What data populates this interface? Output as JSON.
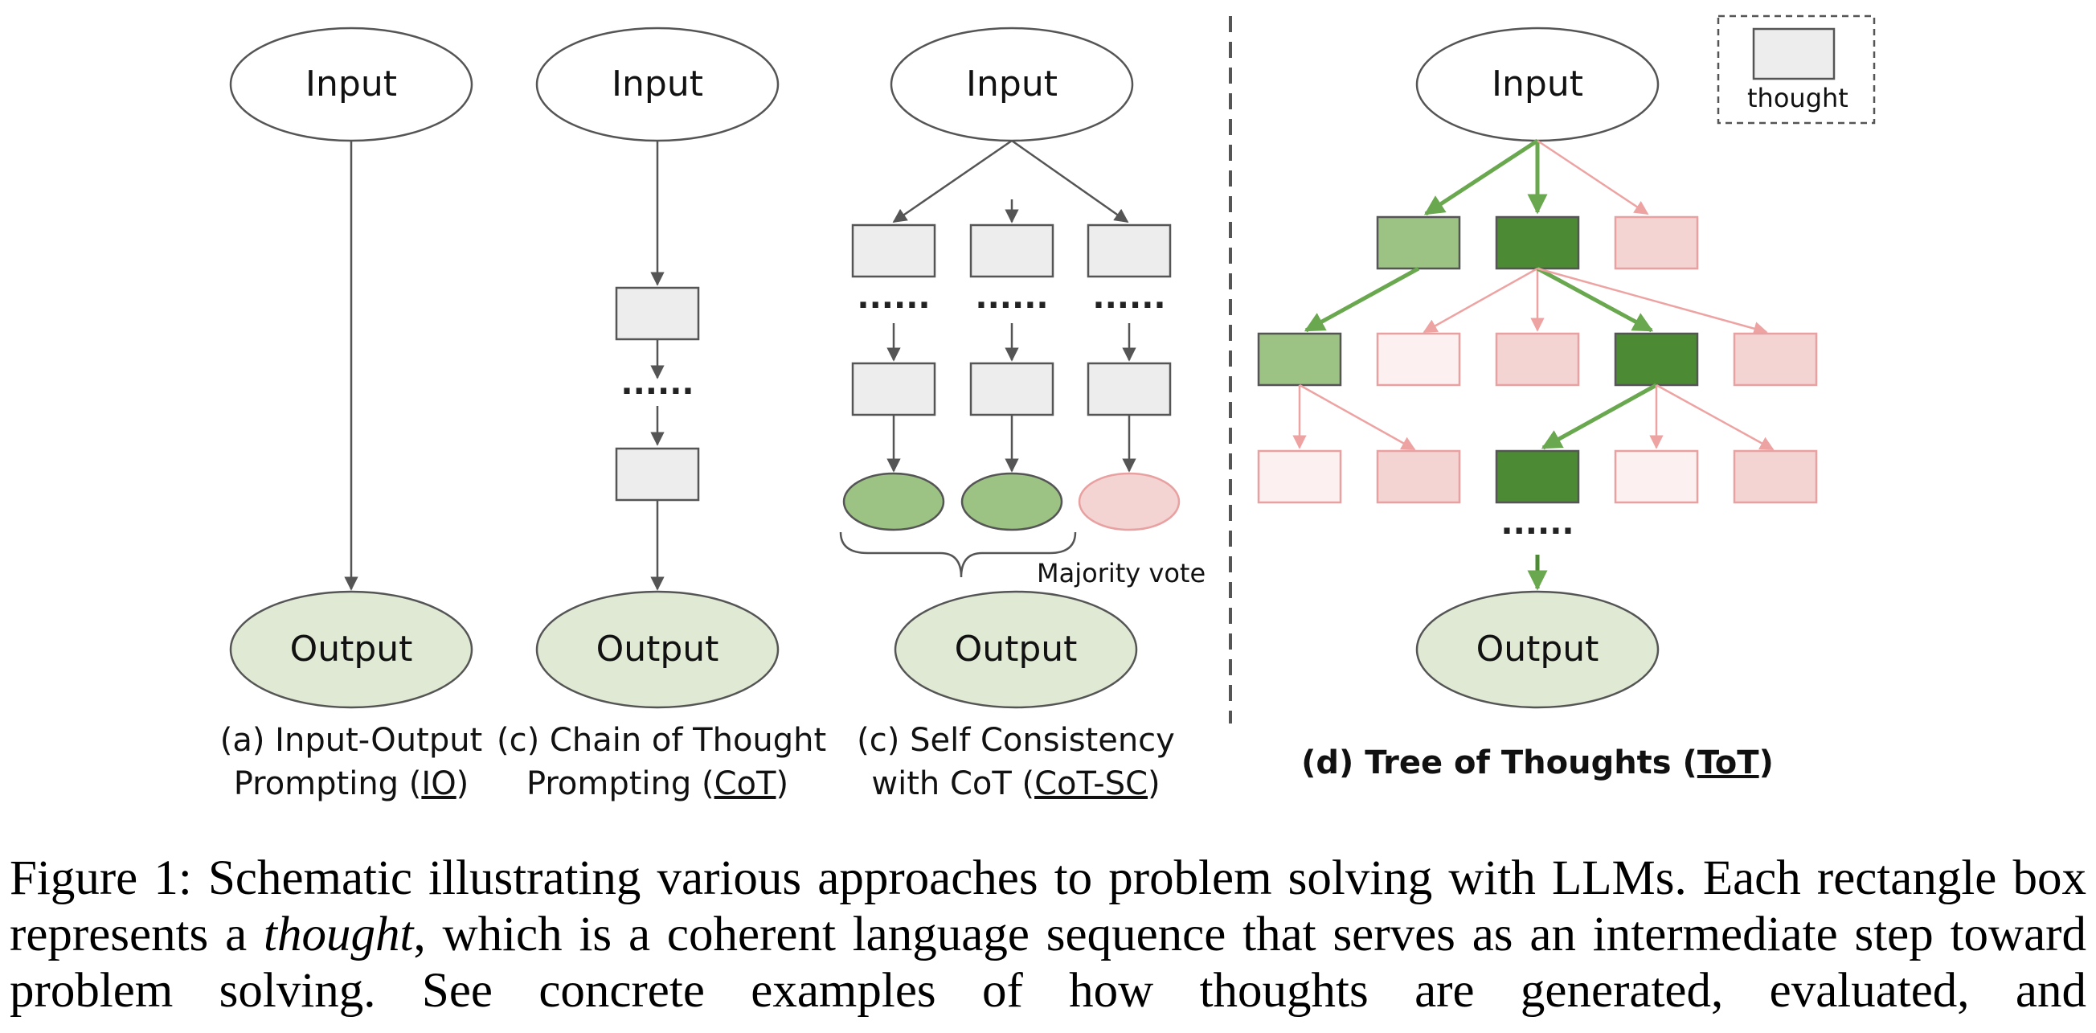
{
  "nodes": {
    "input": "Input",
    "output": "Output"
  },
  "dots": "......",
  "majority_vote": "Majority vote",
  "legend": {
    "label": "thought"
  },
  "subcaptions": {
    "a": {
      "line1": "(a) Input-Output",
      "line2_pre": "Prompting (",
      "line2_u": "IO",
      "line2_post": ")"
    },
    "b": {
      "line1": "(c) Chain of Thought",
      "line2_pre": "Prompting (",
      "line2_u": "CoT",
      "line2_post": ")"
    },
    "c": {
      "line1": "(c) Self Consistency",
      "line2_pre": "with CoT (",
      "line2_u": "CoT-SC",
      "line2_post": ")"
    },
    "d": {
      "pre": "(d) Tree of Thoughts (",
      "u": "ToT",
      "post": ")"
    }
  },
  "caption": {
    "part1": "Figure 1: Schematic illustrating various approaches to problem solving with LLMs. Each rectangle box represents a ",
    "italic": "thought",
    "part2": ", which is a coherent language sequence that serves as an intermediate step toward problem solving. See concrete examples of how thoughts are generated, evaluated, and"
  },
  "colors": {
    "node_grey": "#ededed",
    "output_fill": "#dfe9d4",
    "green_light": "#9cc284",
    "green_dark": "#4d8a34",
    "green_arrow": "#6aa84f",
    "pink_fill": "#f4d3d3",
    "pink_pale": "#fcf0f0",
    "pink_stroke": "#e8a0a0"
  }
}
